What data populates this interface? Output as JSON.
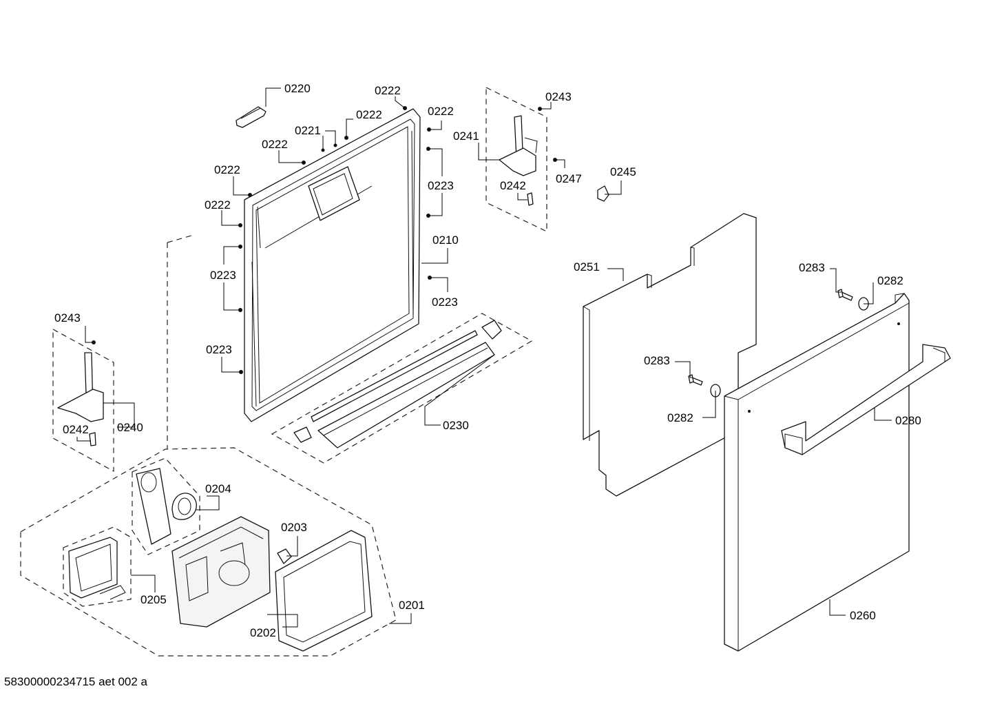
{
  "drawing": {
    "footer_code": "58300000234715 aet 002 a"
  },
  "labels": {
    "l0220": "0220",
    "l0222_a": "0222",
    "l0222_b": "0222",
    "l0222_c": "0222",
    "l0222_d": "0222",
    "l0222_e": "0222",
    "l0222_f": "0222",
    "l0221": "0221",
    "l0223_a": "0223",
    "l0223_b": "0223",
    "l0223_c": "0223",
    "l0223_d": "0223",
    "l0210": "0210",
    "l0243_a": "0243",
    "l0241": "0241",
    "l0247": "0247",
    "l0242_a": "0242",
    "l0245": "0245",
    "l0251": "0251",
    "l0283_a": "0283",
    "l0282_a": "0282",
    "l0283_b": "0283",
    "l0282_b": "0282",
    "l0280": "0280",
    "l0260": "0260",
    "l0243_b": "0243",
    "l0240": "0240",
    "l0242_b": "0242",
    "l0230": "0230",
    "l0204": "0204",
    "l0203": "0203",
    "l0205": "0205",
    "l0202": "0202",
    "l0201": "0201"
  }
}
